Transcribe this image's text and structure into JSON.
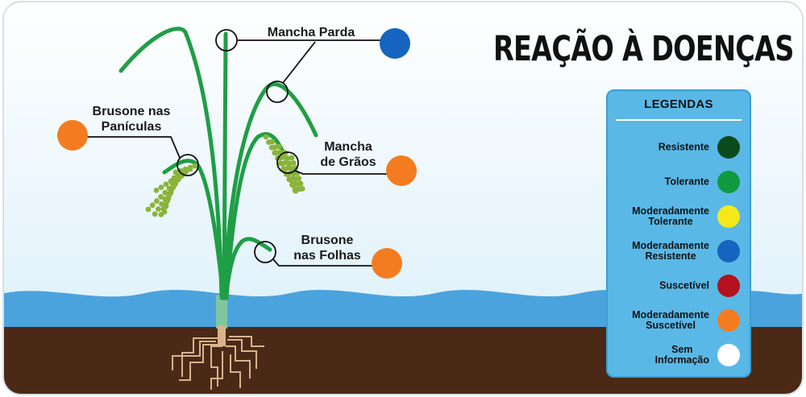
{
  "title": "REAÇÃO À DOENÇAS",
  "colors": {
    "sky": "#dff1fb",
    "water": "#4ba3de",
    "soil": "#4a2a17",
    "stem": "#1f9e45",
    "grain": "#8ab33a"
  },
  "callouts": [
    {
      "id": "mancha-parda",
      "text": "Mancha Parda",
      "reaction": "Moderadamente Resistente",
      "color": "#1565c0"
    },
    {
      "id": "brusone-paniculas",
      "text": "Brusone nas\nPanículas",
      "reaction": "Moderadamente Suscetível",
      "color": "#f47c20"
    },
    {
      "id": "mancha-graos",
      "text": "Mancha\nde Grãos",
      "reaction": "Moderadamente Suscetível",
      "color": "#f47c20"
    },
    {
      "id": "brusone-folhas",
      "text": "Brusone\nnas Folhas",
      "reaction": "Moderadamente Suscetível",
      "color": "#f47c20"
    }
  ],
  "legend": {
    "title": "LEGENDAS",
    "items": [
      {
        "label": "Resistente",
        "color": "#0b4a1c"
      },
      {
        "label": "Tolerante",
        "color": "#0f9a40"
      },
      {
        "label": "Moderadamente\nTolerante",
        "color": "#f5e81a"
      },
      {
        "label": "Moderadamente\nResistente",
        "color": "#1565c0"
      },
      {
        "label": "Suscetível",
        "color": "#b3121e"
      },
      {
        "label": "Moderadamente\nSuscetível",
        "color": "#f47c20"
      },
      {
        "label": "Sem\nInformação",
        "color": "#ffffff"
      }
    ]
  }
}
